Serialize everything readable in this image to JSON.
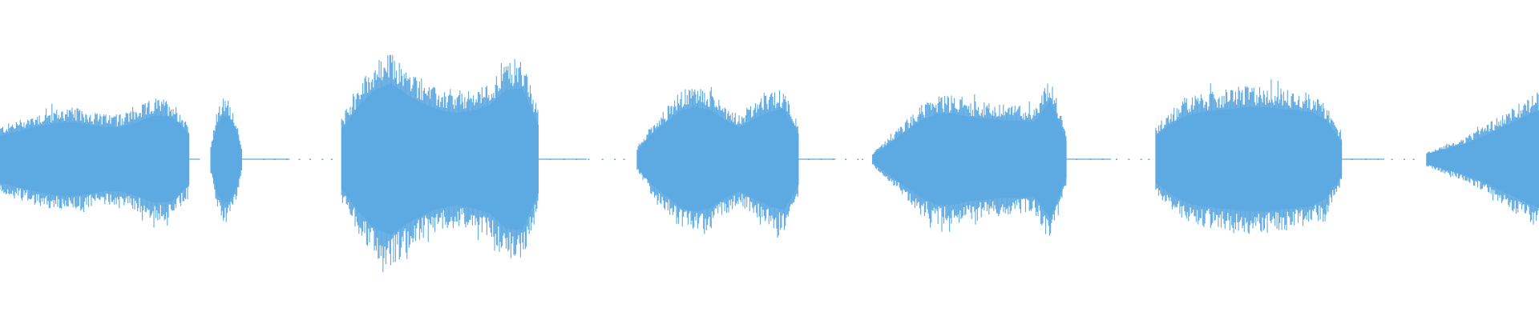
{
  "waveform": {
    "color": "#5DA9E2",
    "background": "#FFFFFF",
    "duration_fraction_visible": 1.0,
    "segments": [
      {
        "start": 0.0,
        "end": 0.123,
        "shape": [
          0.28,
          0.33,
          0.38,
          0.42,
          0.44,
          0.42,
          0.38,
          0.38,
          0.44,
          0.52,
          0.5,
          0.3
        ]
      },
      {
        "start": 0.137,
        "end": 0.157,
        "shape": [
          0.12,
          0.4,
          0.52,
          0.5,
          0.36,
          0.1
        ]
      },
      {
        "start": 0.222,
        "end": 0.35,
        "shape": [
          0.35,
          0.62,
          0.82,
          0.9,
          0.76,
          0.66,
          0.58,
          0.55,
          0.58,
          0.64,
          0.82,
          0.84,
          0.4
        ]
      },
      {
        "start": 0.414,
        "end": 0.519,
        "shape": [
          0.1,
          0.3,
          0.44,
          0.58,
          0.62,
          0.58,
          0.46,
          0.38,
          0.48,
          0.56,
          0.6,
          0.3
        ]
      },
      {
        "start": 0.567,
        "end": 0.693,
        "shape": [
          0.05,
          0.18,
          0.32,
          0.46,
          0.54,
          0.54,
          0.5,
          0.48,
          0.46,
          0.46,
          0.44,
          0.7,
          0.22
        ]
      },
      {
        "start": 0.751,
        "end": 0.872,
        "shape": [
          0.28,
          0.42,
          0.52,
          0.56,
          0.58,
          0.6,
          0.62,
          0.62,
          0.6,
          0.58,
          0.56,
          0.46,
          0.2
        ]
      },
      {
        "start": 0.927,
        "end": 1.0,
        "shape": [
          0.06,
          0.1,
          0.14,
          0.18,
          0.24,
          0.3,
          0.38,
          0.44,
          0.52,
          0.58
        ]
      }
    ],
    "silence_dots": [
      0.171,
      0.178,
      0.186,
      0.194,
      0.201,
      0.209,
      0.215,
      0.357,
      0.366,
      0.374,
      0.382,
      0.391,
      0.399,
      0.405,
      0.525,
      0.533,
      0.541,
      0.549,
      0.557,
      0.56,
      0.699,
      0.708,
      0.716,
      0.725,
      0.733,
      0.741,
      0.746,
      0.878,
      0.887,
      0.895,
      0.904,
      0.912,
      0.918
    ]
  }
}
